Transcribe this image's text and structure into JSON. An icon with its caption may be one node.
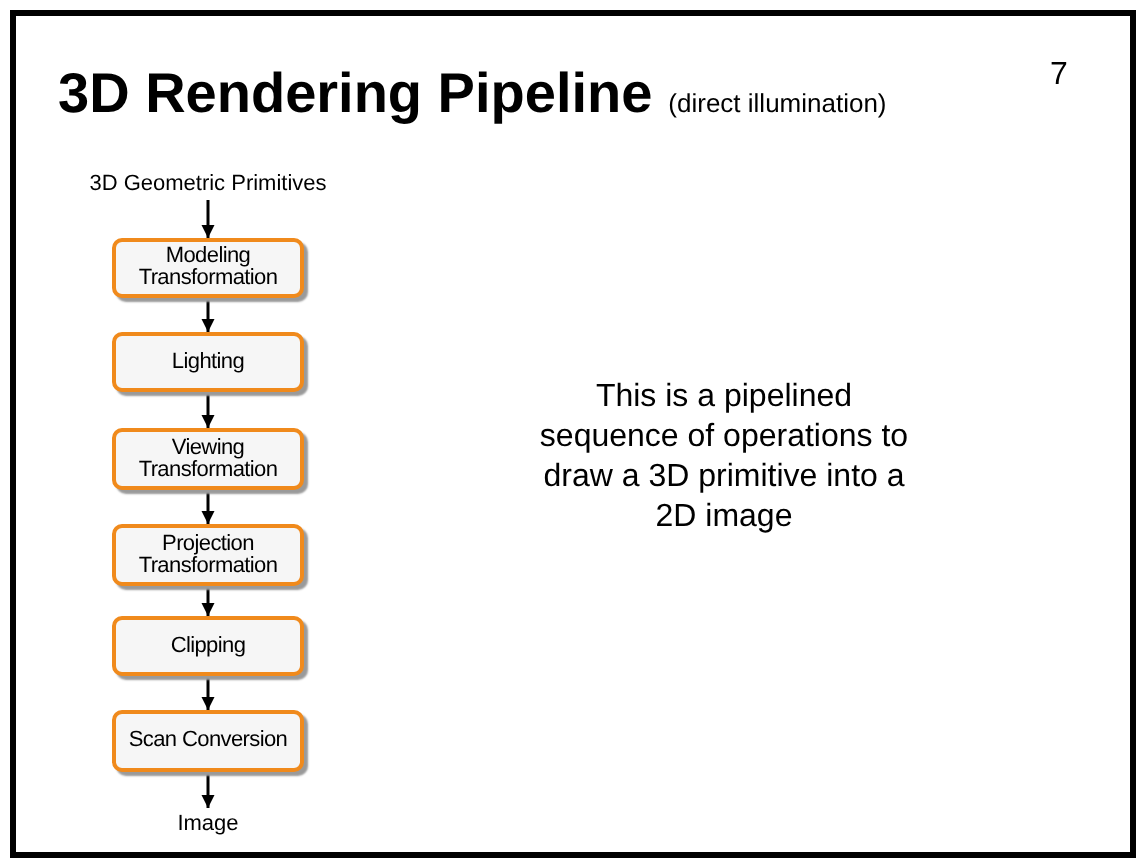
{
  "diagram": {
    "title": "3D Rendering Pipeline",
    "nodes": [
      {
        "text": [
          "3D Geometric Primitives"
        ]
      },
      {
        "text": [
          "Modeling Transformation"
        ]
      },
      {
        "text": [
          "Lighting"
        ]
      },
      {
        "text": [
          "Viewing Transformation"
        ]
      },
      {
        "text": [
          "Projection Transformation"
        ]
      },
      {
        "text": [
          "Clipping"
        ]
      },
      {
        "text": [
          "Scan Conversion"
        ]
      },
      {
        "text": [
          "Image"
        ]
      }
    ],
    "edges": [
      {
        "from": 0,
        "to": 1,
        "arrow": "to"
      },
      {
        "from": 1,
        "to": 2,
        "arrow": "to"
      },
      {
        "from": 2,
        "to": 3,
        "arrow": "to"
      },
      {
        "from": 3,
        "to": 4,
        "arrow": "to"
      },
      {
        "from": 4,
        "to": 5,
        "arrow": "to"
      },
      {
        "from": 5,
        "to": 6,
        "arrow": "to"
      },
      {
        "from": 6,
        "to": 7,
        "arrow": "to"
      }
    ],
    "labels": [
      "(direct illumination)",
      "7",
      "This is a pipelined sequence of operations to draw a 3D primitive into a 2D image"
    ]
  }
}
